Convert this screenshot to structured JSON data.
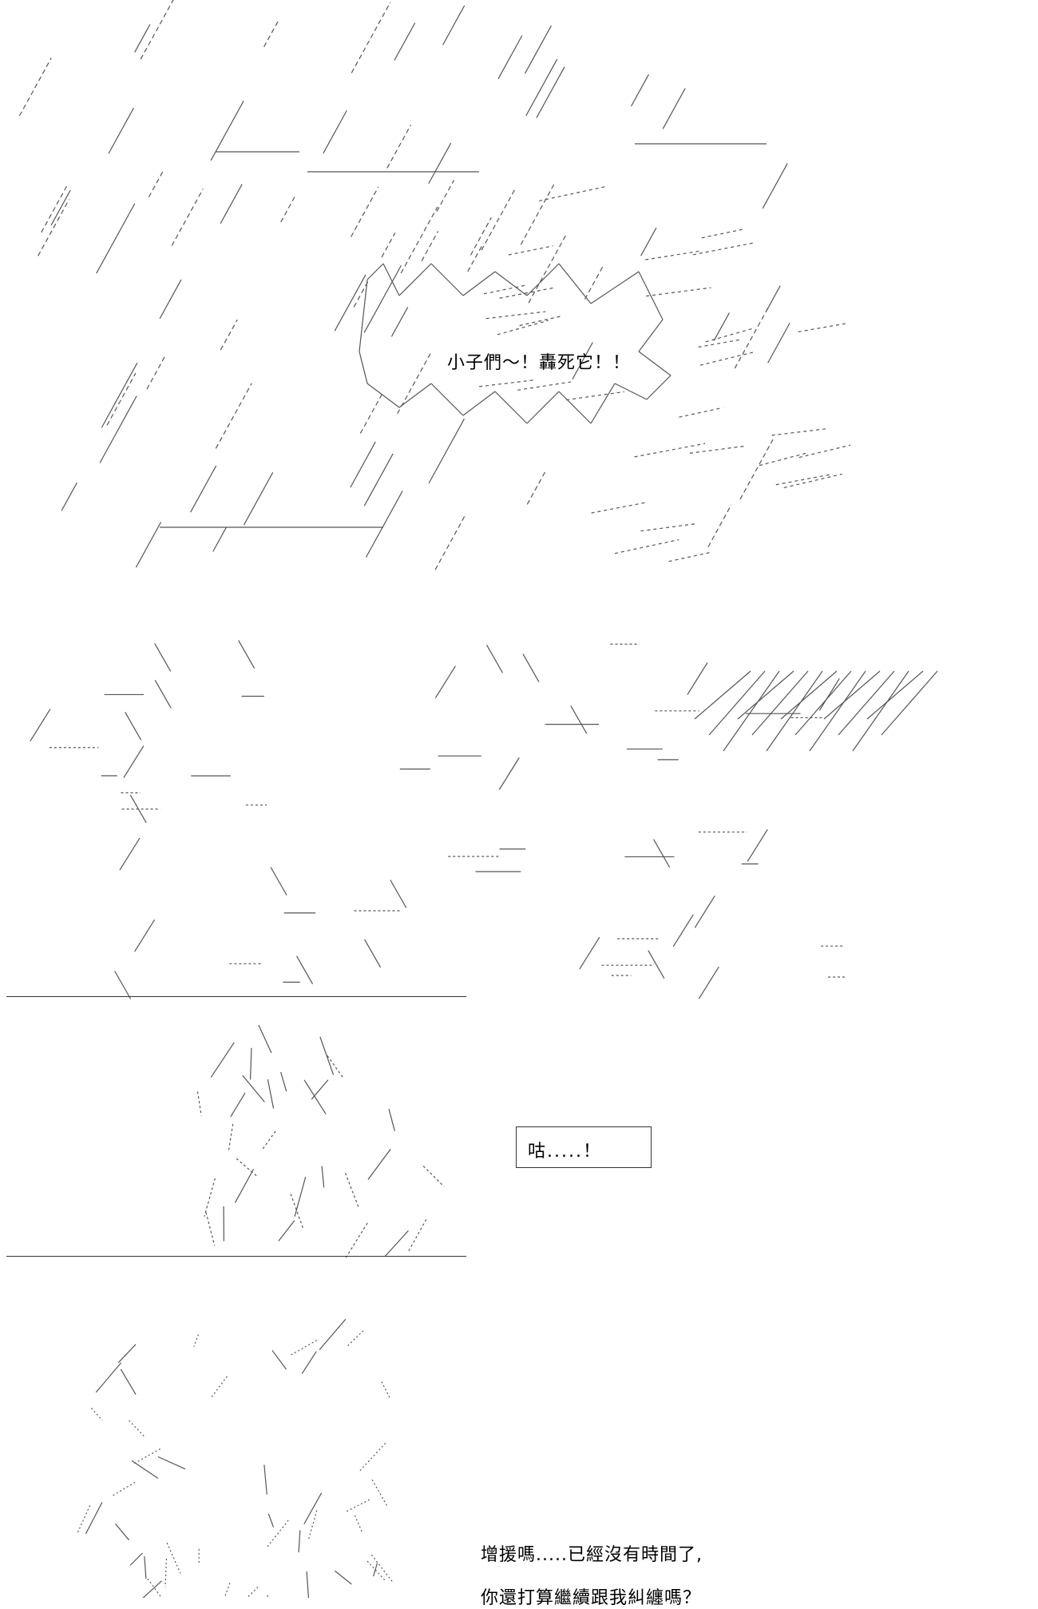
{
  "panel1": {
    "shout": "小子們～！轟死它！！"
  },
  "panel3": {
    "grunt": "咕.....！"
  },
  "panel4": {
    "line1": "增援嗎.....已經沒有時間了,",
    "line2": "你還打算繼續跟我糾纏嗎？"
  }
}
